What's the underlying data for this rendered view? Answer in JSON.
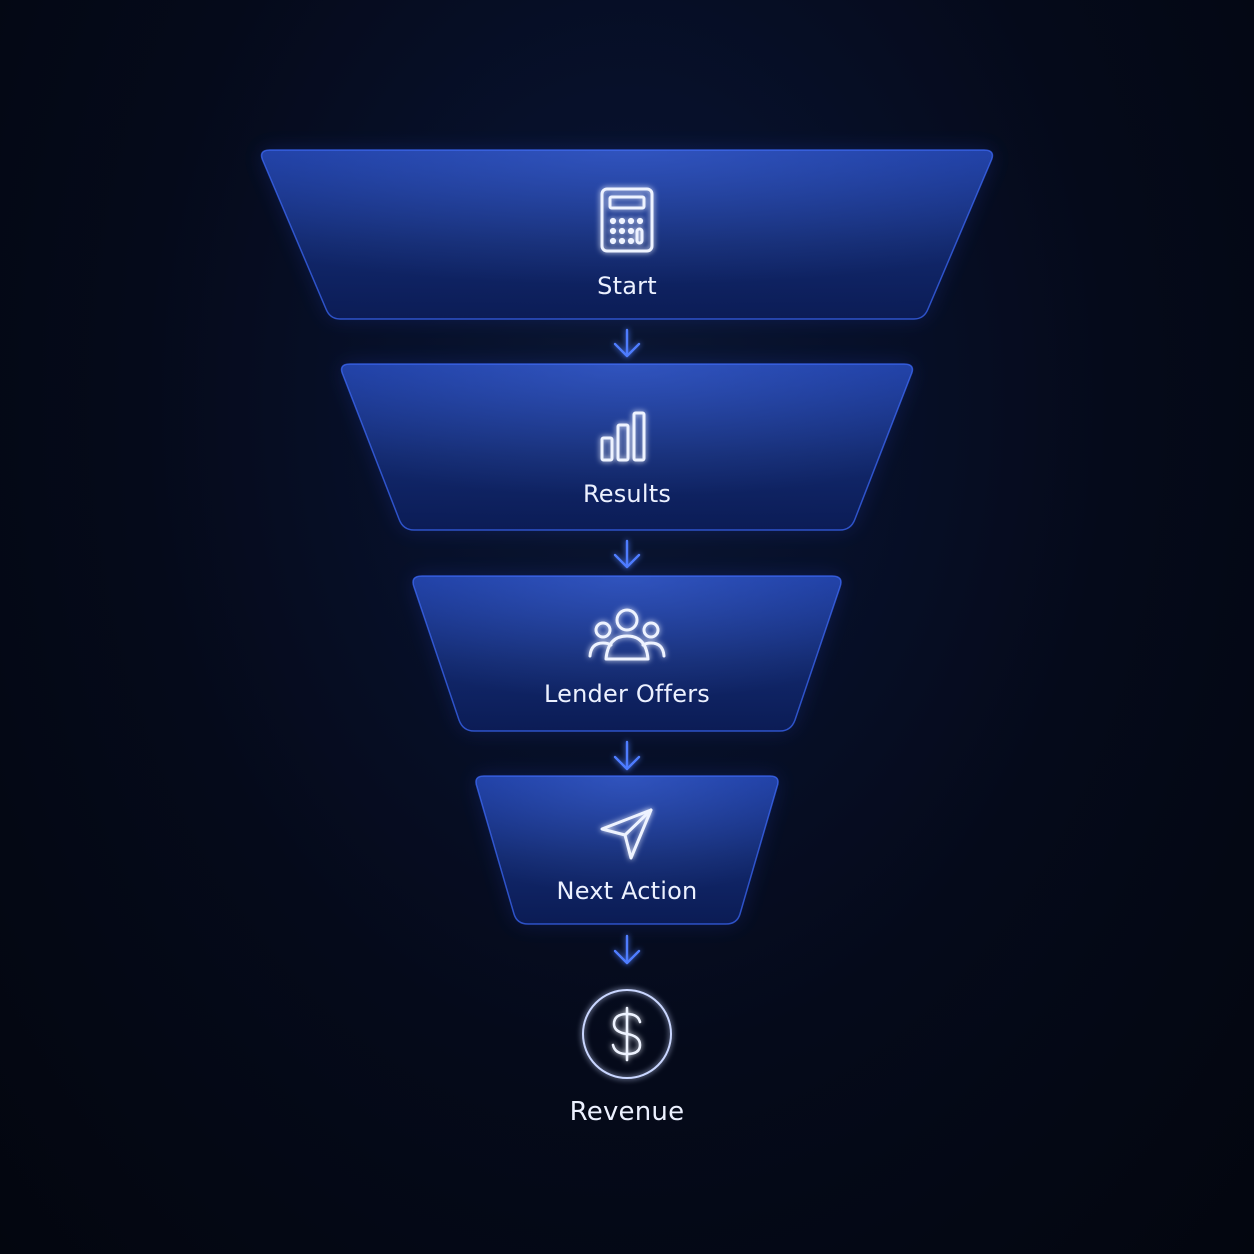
{
  "colors": {
    "background": "#050a18",
    "stage_fill_top": "#1a3aa0",
    "stage_fill_bottom": "#0b1c56",
    "stage_border": "#3d6bff",
    "arrow": "#4f7dff",
    "text": "#ecf1ff"
  },
  "stages": [
    {
      "label": "Start",
      "icon": "calculator-icon"
    },
    {
      "label": "Results",
      "icon": "bar-chart-icon"
    },
    {
      "label": "Lender Offers",
      "icon": "users-group-icon"
    },
    {
      "label": "Next Action",
      "icon": "send-paper-plane-icon"
    }
  ],
  "final": {
    "label": "Revenue",
    "icon": "dollar-circle-icon"
  }
}
